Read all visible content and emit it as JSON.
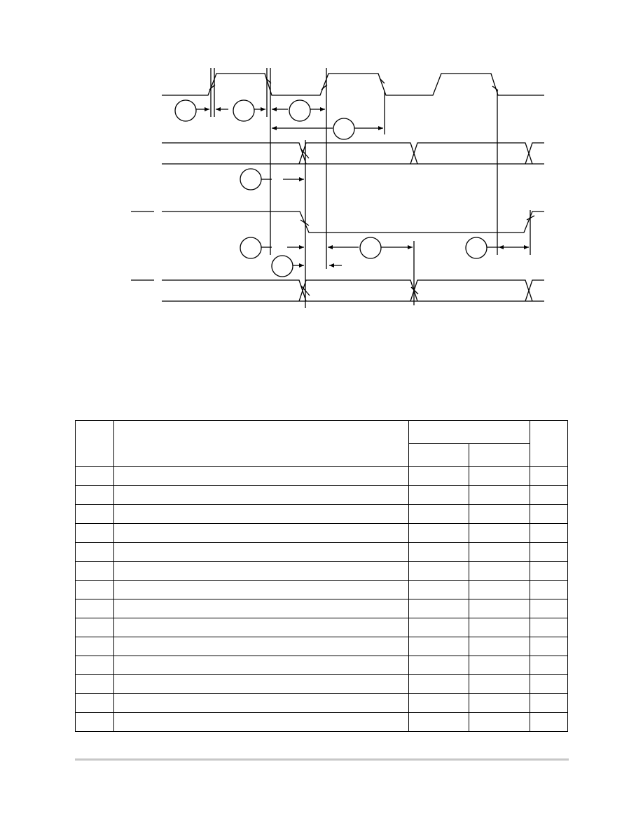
{
  "timing_diagram": {
    "signal_labels": [],
    "timing_markers": [
      {
        "id": "m1",
        "label": ""
      },
      {
        "id": "m2",
        "label": ""
      },
      {
        "id": "m3",
        "label": ""
      },
      {
        "id": "m4",
        "label": ""
      },
      {
        "id": "m5",
        "label": ""
      },
      {
        "id": "m6",
        "label": ""
      },
      {
        "id": "m7",
        "label": ""
      },
      {
        "id": "m8",
        "label": ""
      },
      {
        "id": "m9",
        "label": ""
      }
    ]
  },
  "timing_table": {
    "columns": [
      "",
      "",
      "",
      "",
      ""
    ],
    "rows": [
      [
        "",
        "",
        "",
        "",
        ""
      ],
      [
        "",
        "",
        "",
        "",
        ""
      ],
      [
        "",
        "",
        "",
        "",
        ""
      ],
      [
        "",
        "",
        "",
        "",
        ""
      ],
      [
        "",
        "",
        "",
        "",
        ""
      ],
      [
        "",
        "",
        "",
        "",
        ""
      ],
      [
        "",
        "",
        "",
        "",
        ""
      ],
      [
        "",
        "",
        "",
        "",
        ""
      ],
      [
        "",
        "",
        "",
        "",
        ""
      ],
      [
        "",
        "",
        "",
        "",
        ""
      ],
      [
        "",
        "",
        "",
        "",
        ""
      ],
      [
        "",
        "",
        "",
        "",
        ""
      ],
      [
        "",
        "",
        "",
        "",
        ""
      ],
      [
        "",
        "",
        "",
        "",
        ""
      ]
    ]
  }
}
